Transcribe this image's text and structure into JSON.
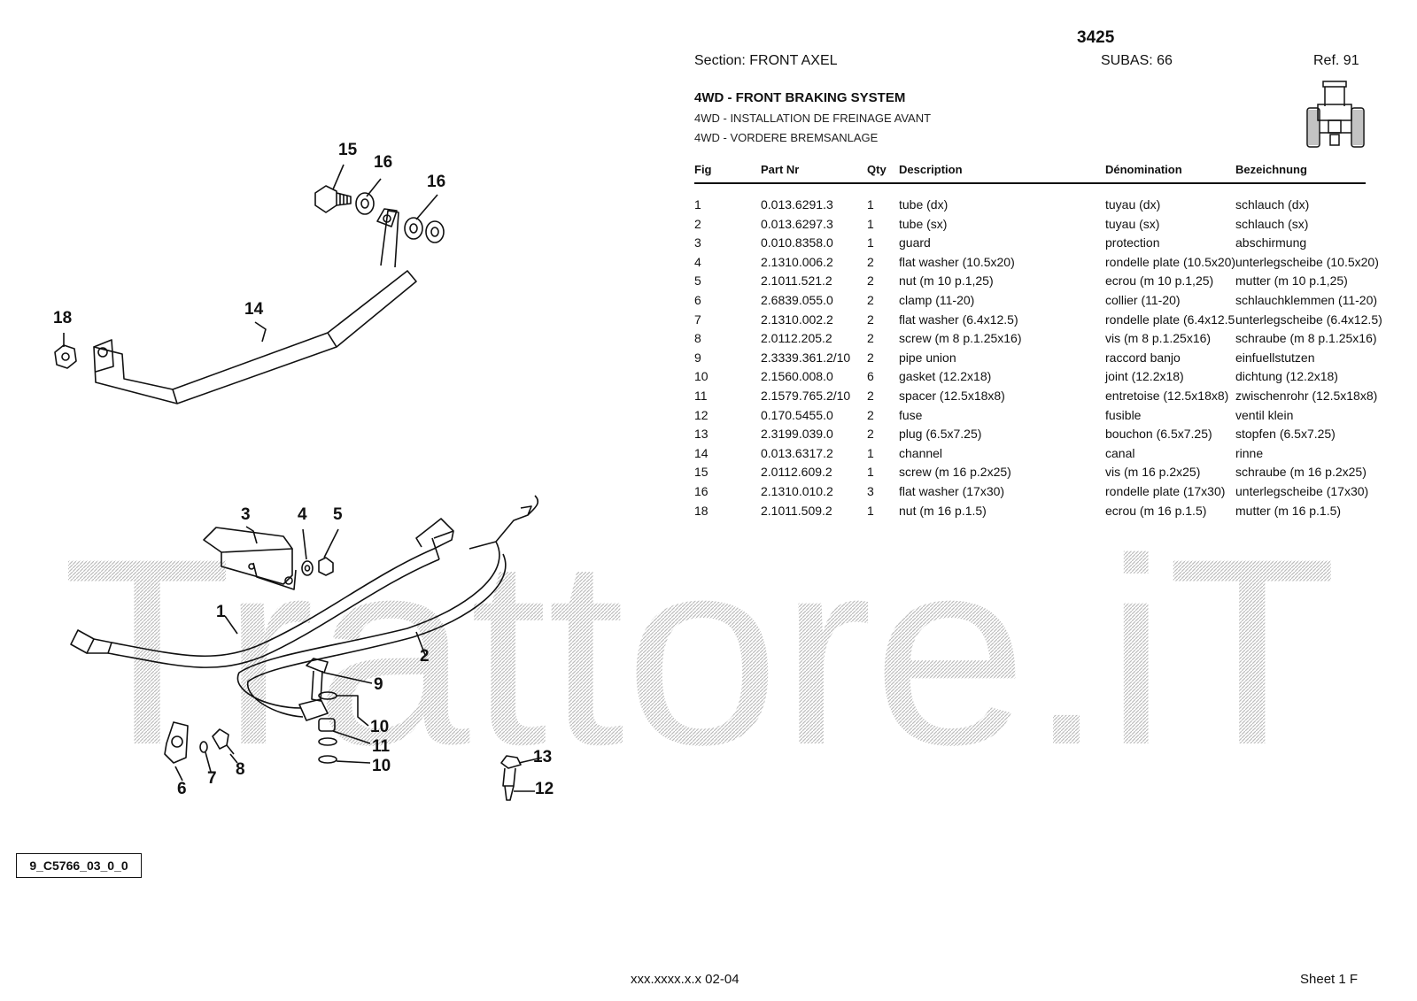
{
  "header": {
    "model": "3425",
    "section": "Section: FRONT AXEL",
    "subas": "SUBAS: 66",
    "ref": "Ref. 91",
    "title_en": "4WD - FRONT BRAKING SYSTEM",
    "title_fr": "4WD - INSTALLATION DE FREINAGE AVANT",
    "title_de": "4WD - VORDERE BREMSANLAGE"
  },
  "table": {
    "columns": [
      "Fig",
      "Part Nr",
      "Qty",
      "Description",
      "Dénomination",
      "Bezeichnung"
    ],
    "rows": [
      [
        "1",
        "0.013.6291.3",
        "1",
        "tube (dx)",
        "tuyau (dx)",
        "schlauch (dx)"
      ],
      [
        "2",
        "0.013.6297.3",
        "1",
        "tube (sx)",
        "tuyau (sx)",
        "schlauch (sx)"
      ],
      [
        "3",
        "0.010.8358.0",
        "1",
        "guard",
        "protection",
        "abschirmung"
      ],
      [
        "4",
        "2.1310.006.2",
        "2",
        "flat washer (10.5x20)",
        "rondelle plate (10.5x20)",
        "unterlegscheibe (10.5x20)"
      ],
      [
        "5",
        "2.1011.521.2",
        "2",
        "nut (m 10 p.1,25)",
        "ecrou (m 10 p.1,25)",
        "mutter (m 10 p.1,25)"
      ],
      [
        "6",
        "2.6839.055.0",
        "2",
        "clamp (11-20)",
        "collier (11-20)",
        "schlauchklemmen (11-20)"
      ],
      [
        "7",
        "2.1310.002.2",
        "2",
        "flat washer (6.4x12.5)",
        "rondelle plate (6.4x12.5",
        "unterlegscheibe (6.4x12.5)"
      ],
      [
        "8",
        "2.0112.205.2",
        "2",
        "screw (m 8 p.1.25x16)",
        "vis (m 8 p.1.25x16)",
        "schraube (m 8 p.1.25x16)"
      ],
      [
        "9",
        "2.3339.361.2/10",
        "2",
        "pipe union",
        "raccord banjo",
        "einfuellstutzen"
      ],
      [
        "10",
        "2.1560.008.0",
        "6",
        "gasket (12.2x18)",
        "joint (12.2x18)",
        "dichtung (12.2x18)"
      ],
      [
        "11",
        "2.1579.765.2/10",
        "2",
        "spacer (12.5x18x8)",
        "entretoise (12.5x18x8)",
        "zwischenrohr (12.5x18x8)"
      ],
      [
        "12",
        "0.170.5455.0",
        "2",
        "fuse",
        "fusible",
        "ventil klein"
      ],
      [
        "13",
        "2.3199.039.0",
        "2",
        "plug (6.5x7.25)",
        "bouchon (6.5x7.25)",
        "stopfen (6.5x7.25)"
      ],
      [
        "14",
        "0.013.6317.2",
        "1",
        "channel",
        "canal",
        "rinne"
      ],
      [
        "15",
        "2.0112.609.2",
        "1",
        "screw (m 16 p.2x25)",
        "vis (m 16 p.2x25)",
        "schraube (m 16 p.2x25)"
      ],
      [
        "16",
        "2.1310.010.2",
        "3",
        "flat washer (17x30)",
        "rondelle plate (17x30)",
        "unterlegscheibe (17x30)"
      ],
      [
        "18",
        "2.1011.509.2",
        "1",
        "nut (m 16 p.1.5)",
        "ecrou (m 16 p.1.5)",
        "mutter (m 16 p.1.5)"
      ]
    ]
  },
  "diagram": {
    "callouts": [
      "15",
      "16",
      "16",
      "18",
      "14",
      "3",
      "4",
      "5",
      "1",
      "2",
      "9",
      "10",
      "11",
      "10",
      "13",
      "12",
      "6",
      "7",
      "8"
    ],
    "drawing_id": "9_C5766_03_0_0"
  },
  "watermark": "Trattore.iT",
  "footer": {
    "code": "xxx.xxxx.x.x  02-04",
    "sheet": "Sheet 1 F"
  }
}
